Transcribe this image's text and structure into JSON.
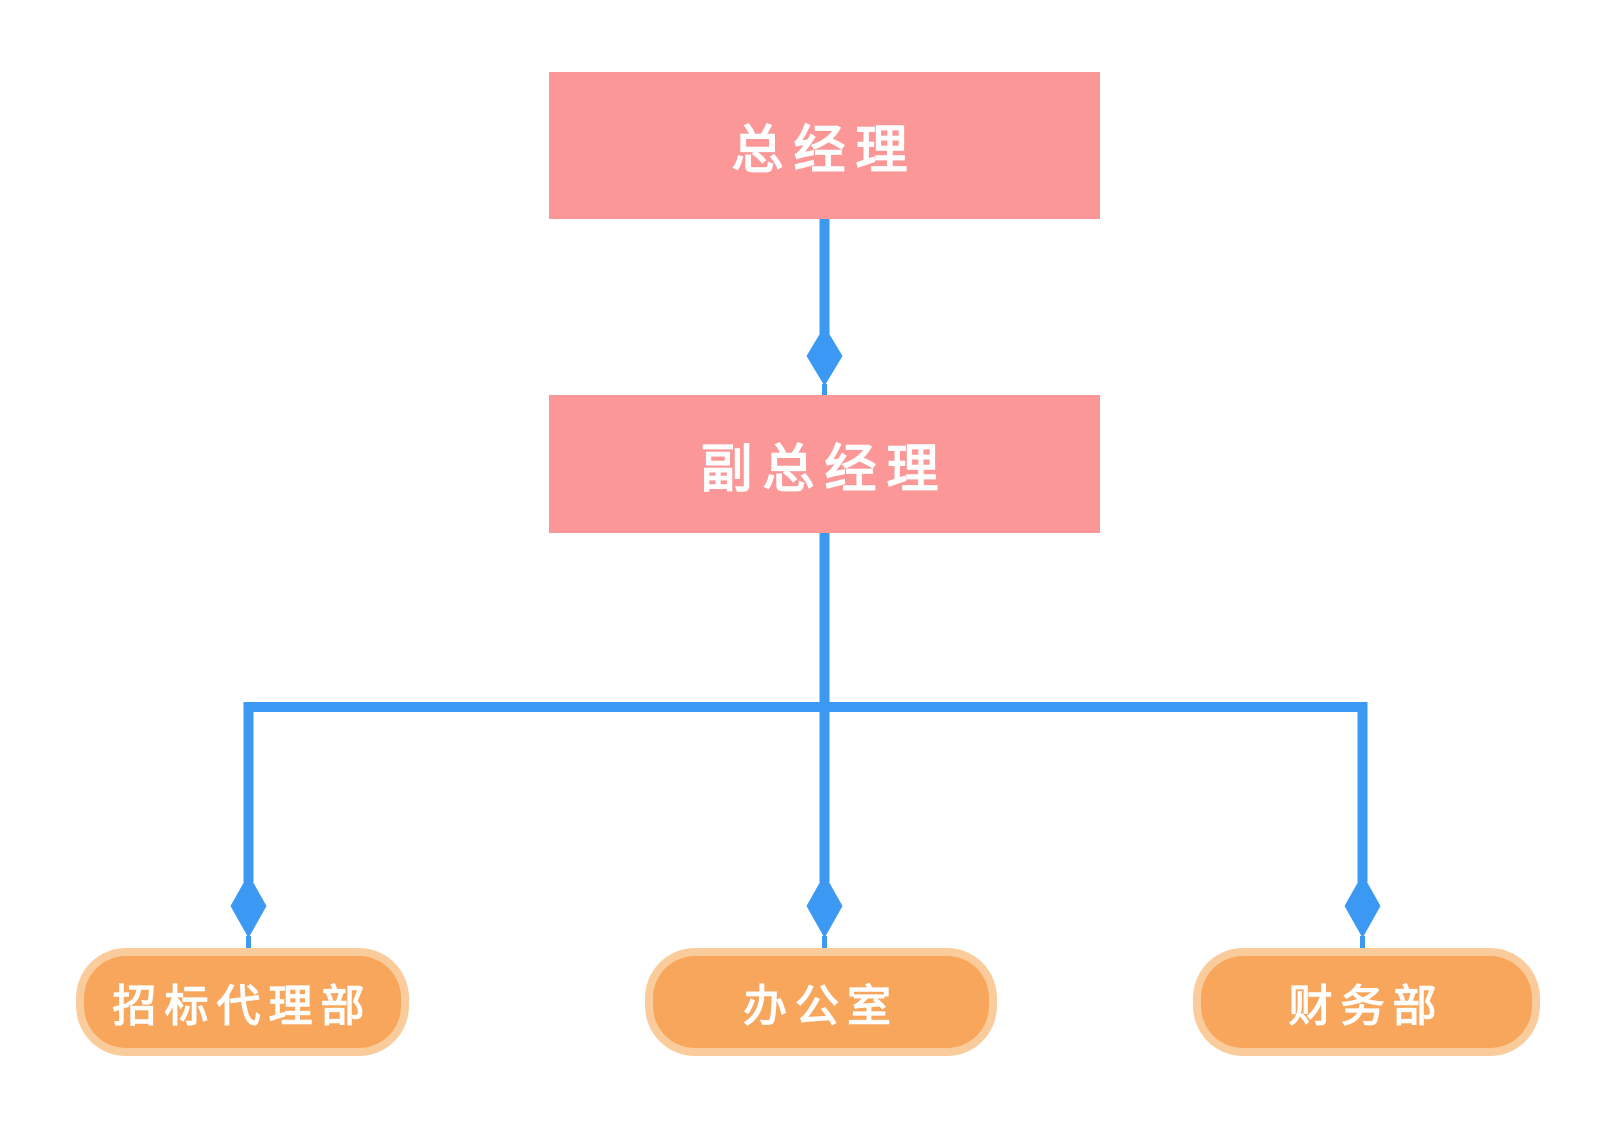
{
  "page": {
    "background": "#ffffff"
  },
  "colors": {
    "page_background": "#ffffff",
    "manager_fill": "#FB9797",
    "department_fill": "#F8A65C",
    "department_border": "#FBCC9B",
    "connector": "#3B99F4",
    "label_text": "#FFFFFF"
  },
  "diagram": {
    "type": "org-chart",
    "nodes": {
      "general_manager": {
        "label": "总经理",
        "level": 1,
        "shape": "rectangle"
      },
      "deputy_general_manager": {
        "label": "副总经理",
        "level": 2,
        "shape": "rectangle"
      },
      "bidding_agency_dept": {
        "label": "招标代理部",
        "level": 3,
        "shape": "rounded-rectangle"
      },
      "office": {
        "label": "办公室",
        "level": 3,
        "shape": "rounded-rectangle"
      },
      "finance_dept": {
        "label": "财务部",
        "level": 3,
        "shape": "rounded-rectangle"
      }
    },
    "edges": [
      {
        "from": "general_manager",
        "to": "deputy_general_manager",
        "arrowhead": "diamond"
      },
      {
        "from": "deputy_general_manager",
        "to": "bidding_agency_dept",
        "arrowhead": "diamond"
      },
      {
        "from": "deputy_general_manager",
        "to": "office",
        "arrowhead": "diamond"
      },
      {
        "from": "deputy_general_manager",
        "to": "finance_dept",
        "arrowhead": "diamond"
      }
    ]
  }
}
